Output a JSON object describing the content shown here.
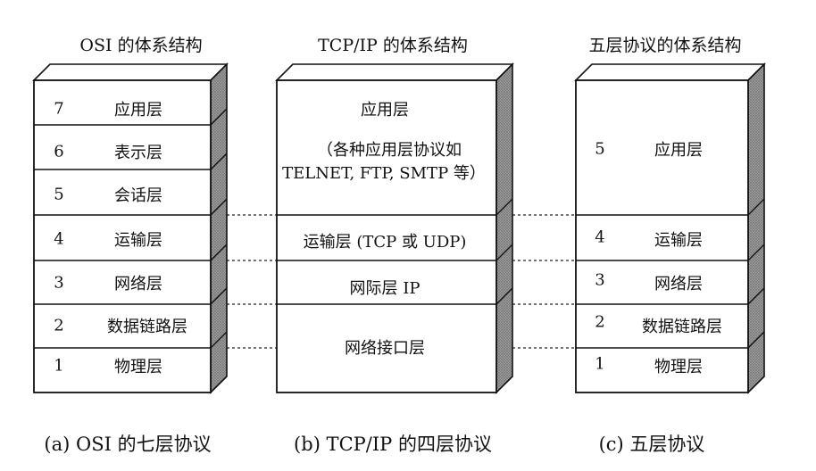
{
  "stacks": [
    {
      "title": "OSI 的体系结构",
      "caption": "(a) OSI 的七层协议",
      "layers": [
        {
          "num": "7",
          "label": "应用层"
        },
        {
          "num": "6",
          "label": "表示层"
        },
        {
          "num": "5",
          "label": "会话层"
        },
        {
          "num": "4",
          "label": "运输层"
        },
        {
          "num": "3",
          "label": "网络层"
        },
        {
          "num": "2",
          "label": "数据链路层"
        },
        {
          "num": "1",
          "label": "物理层"
        }
      ]
    },
    {
      "title": "TCP/IP 的体系结构",
      "caption": "(b) TCP/IP 的四层协议",
      "layers": [
        {
          "label": "应用层",
          "detail": [
            "（各种应用层协议如",
            "TELNET, FTP, SMTP 等）"
          ]
        },
        {
          "label": "运输层 (TCP 或 UDP)"
        },
        {
          "label": "网际层 IP"
        },
        {
          "label": "网络接口层"
        }
      ]
    },
    {
      "title": "五层协议的体系结构",
      "caption": "(c)  五层协议",
      "layers": [
        {
          "num": "5",
          "label": "应用层"
        },
        {
          "num": "4",
          "label": "运输层"
        },
        {
          "num": "3",
          "label": "网络层"
        },
        {
          "num": "2",
          "label": "数据链路层"
        },
        {
          "num": "1",
          "label": "物理层"
        }
      ]
    }
  ]
}
